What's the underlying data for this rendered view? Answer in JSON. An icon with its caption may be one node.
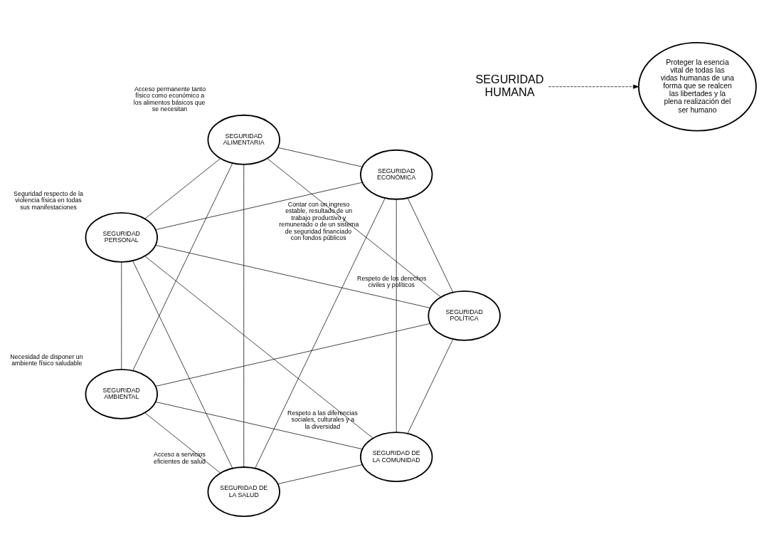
{
  "diagram": {
    "nodes": [
      {
        "text": [
          "SEGURIDAD HUMANA"
        ]
      },
      {
        "text": [
          "SEGURIDAD ECONÓMICA"
        ],
        "beside": [
          "Contar con un ingreso estable, resultado de un trabajo productivo y remunerado o de un sistema de seguridad financiado con fondos públicos"
        ]
      },
      {
        "text": [
          "SEGURIDAD ALIMENTARIA"
        ],
        "beside": [
          "Acceso permanente tanto físico como económico a los alimentos básicos que se necesitan"
        ]
      },
      {
        "text": [
          "SEGURIDAD POLÍTICA"
        ],
        "beside": [
          "Respeto de los derechos civiles y políticos"
        ]
      },
      {
        "text": [
          "Proteger la esencia vital de todas las vidas humanas de una forma que se realcen las libertades y la plena realización del ser humano"
        ]
      },
      {
        "text": [
          "SEGURIDAD DE LA SALUD"
        ],
        "beside": [
          "Acceso a servicios eficientes de salud"
        ]
      },
      {
        "text": [
          "SEGURIDAD DE LA COMUNIDAD"
        ],
        "beside": [
          "Respeto a las diferencias sociales, culturales y a la diversidad"
        ]
      },
      {
        "text": [
          "SEGURIDAD AMBIENTAL"
        ],
        "beside": [
          "Necesidad de disponer un ambiente físico saludable"
        ]
      },
      {
        "text": [
          "SEGURIDAD PERSONAL"
        ],
        "beside": [
          "Seguridad respecto de la violencia física en todas sus manifestaciones"
        ]
      }
    ],
    "edges": [
      {
        "from": 0,
        "to": 4,
        "arrow": "to",
        "style": "dashed"
      },
      {
        "from": 1,
        "to": 2,
        "arrow": "none"
      },
      {
        "from": 2,
        "to": 5,
        "arrow": "none"
      },
      {
        "from": 5,
        "to": 7,
        "arrow": "none"
      },
      {
        "from": 7,
        "to": 8,
        "arrow": "none"
      },
      {
        "from": 8,
        "to": 6,
        "arrow": "none"
      },
      {
        "from": 6,
        "to": 3,
        "arrow": "none"
      },
      {
        "from": 3,
        "to": 1,
        "arrow": "none"
      },
      {
        "from": 1,
        "to": 6,
        "arrow": "none"
      },
      {
        "from": 1,
        "to": 8,
        "arrow": "none"
      },
      {
        "from": 1,
        "to": 5,
        "arrow": "none"
      },
      {
        "from": 2,
        "to": 3,
        "arrow": "none"
      },
      {
        "from": 2,
        "to": 8,
        "arrow": "none"
      },
      {
        "from": 2,
        "to": 7,
        "arrow": "none"
      },
      {
        "from": 3,
        "to": 7,
        "arrow": "none"
      },
      {
        "from": 3,
        "to": 8,
        "arrow": "none"
      },
      {
        "from": 6,
        "to": 5,
        "arrow": "none"
      },
      {
        "from": 6,
        "to": 7,
        "arrow": "none"
      },
      {
        "from": 8,
        "to": 5,
        "arrow": "none"
      }
    ]
  }
}
